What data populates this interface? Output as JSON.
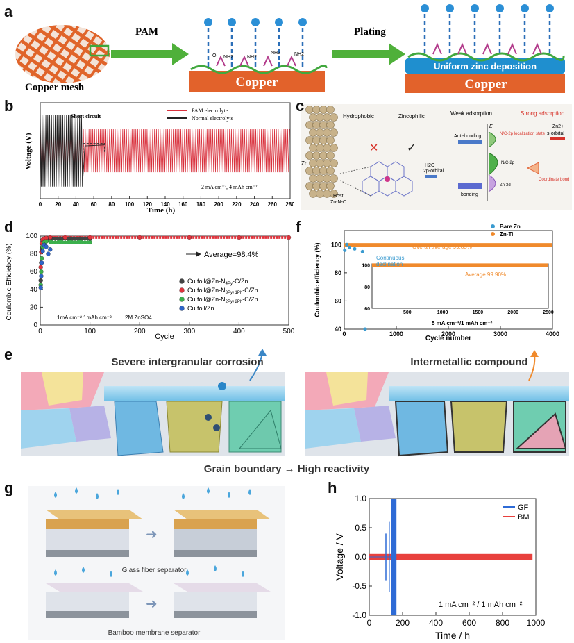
{
  "panels": {
    "a": {
      "label": "a",
      "copper_mesh": "Copper mesh",
      "step1": "PAM",
      "step2": "Plating",
      "copper": "Copper",
      "deposition": "Uniform zinc deposition",
      "nh2": "NH2",
      "o": "O"
    },
    "b": {
      "label": "b",
      "legend": [
        "PAM electrolyte",
        "Normal electrolyte"
      ],
      "annotation": "Short circuit",
      "condition": "2 mA cm⁻², 4 mAh cm⁻²",
      "ylabel": "Voltage (V)",
      "xlabel": "Time (h)"
    },
    "c": {
      "label": "c",
      "hydrophobic": "Hydrophobic",
      "zincophilic": "Zincophilic",
      "zn": "Zn",
      "host": "Host",
      "host_sub": "Zn-N",
      "host_tail": "-C",
      "h2o": "H2O",
      "h2o_orbital": "2p-orbital",
      "weak": "Weak adsorption",
      "strong": "Strong adsorption",
      "antibonding": "Anti-bonding",
      "bonding": "bonding",
      "localization": "N/C-2p localization state",
      "nc2p": "N/C-2p",
      "zn3d": "Zn-3d",
      "zn2plus": "Zn2+",
      "s_orbital": "s-orbital",
      "coordinate": "Coordinate bond",
      "E": "E"
    },
    "d": {
      "label": "d",
      "ylabel": "Coulombic Efficiebcy (%)",
      "xlabel": "Cycle",
      "annotation": "Average=98.4%",
      "cond1": "1mA cm⁻² 1mAh cm⁻²",
      "cond2": "2M ZnSO4",
      "legend": [
        {
          "pre": "Cu foil@Zn-N",
          "sub": "4Py",
          "post": "-C/Zn"
        },
        {
          "pre": "Cu foil@Zn-N",
          "sub": "3Py+1Ph",
          "post": "-C/Zn"
        },
        {
          "pre": "Cu foil@Zn-N",
          "sub": "2Py+2Ph",
          "post": "-C/Zn"
        },
        {
          "pre": "Cu foil/Zn",
          "sub": "",
          "post": ""
        }
      ]
    },
    "f": {
      "label": "f",
      "ylabel": "Coulombic efficiency (%)",
      "xlabel": "Cycle number",
      "legend": [
        "Bare Zn",
        "Zn-Ti"
      ],
      "overall": "Overall average 99.85%",
      "continuous": "Continuous",
      "declination": "declination",
      "inset_avg": "Average 99.90%",
      "condition": "5 mA cm⁻²/1 mAh cm⁻²"
    },
    "e": {
      "label": "e",
      "left_title": "Severe intergranular corrosion",
      "right_title": "Intermetallic compound",
      "bottom": "Grain boundary → High reactivity"
    },
    "g": {
      "label": "g",
      "glass": "Glass fiber separator",
      "bamboo": "Bamboo membrane separator"
    },
    "h": {
      "label": "h",
      "ylabel": "Voltage / V",
      "xlabel": "Time / h",
      "legend": [
        "GF",
        "BM"
      ],
      "condition": "1 mA cm⁻² / 1 mAh cm⁻²"
    }
  },
  "chart_data": [
    {
      "id": "b",
      "type": "line",
      "xlabel": "Time (h)",
      "ylabel": "Voltage (V)",
      "xlim": [
        0,
        280
      ],
      "xticks": [
        0,
        20,
        40,
        60,
        80,
        100,
        120,
        140,
        160,
        180,
        200,
        220,
        240,
        260,
        280
      ],
      "ylim": [
        -0.1,
        0.1
      ],
      "series": [
        {
          "name": "PAM electrolyte",
          "color": "#d9313d",
          "period_h": 2.1,
          "amplitude_v": 0.045,
          "x_range": [
            0,
            280
          ]
        },
        {
          "name": "Normal electrolyte",
          "color": "#222222",
          "period_h": 2.1,
          "amplitude_v": 0.075,
          "x_range": [
            0,
            50
          ],
          "short_circuit_after_h": 48
        }
      ]
    },
    {
      "id": "d",
      "type": "scatter",
      "xlabel": "Cycle",
      "ylabel": "Coulombic Efficiebcy (%)",
      "xlim": [
        0,
        500
      ],
      "xticks": [
        0,
        100,
        200,
        300,
        400,
        500
      ],
      "ylim": [
        0,
        100
      ],
      "yticks": [
        0,
        20,
        40,
        60,
        80,
        100
      ],
      "series": [
        {
          "name": "Cu foil@Zn-N4Py-C/Zn",
          "color": "#444444",
          "x": [
            1,
            2,
            3,
            5,
            8,
            12,
            20,
            40,
            60,
            80,
            100
          ],
          "y": [
            50,
            70,
            85,
            93,
            96,
            97,
            97,
            97,
            97,
            97,
            97
          ]
        },
        {
          "name": "Cu foil@Zn-N3Py+1Ph-C/Zn",
          "color": "#e0333c",
          "x": [
            1,
            2,
            3,
            5,
            8,
            12,
            20,
            50,
            100,
            200,
            300,
            400,
            500
          ],
          "y": [
            65,
            82,
            92,
            96,
            97,
            98,
            98.5,
            98.5,
            98.5,
            98.5,
            98.5,
            98.4,
            98.4
          ]
        },
        {
          "name": "Cu foil@Zn-N2Py+2Ph-C/Zn",
          "color": "#3bb04c",
          "x": [
            1,
            2,
            3,
            5,
            8,
            12,
            20,
            40,
            60,
            80,
            100
          ],
          "y": [
            45,
            60,
            75,
            88,
            93,
            94,
            94,
            94,
            94,
            94,
            93
          ]
        },
        {
          "name": "Cu foil/Zn",
          "color": "#2d64c8",
          "x": [
            1,
            2,
            3,
            5,
            8,
            12,
            16,
            20
          ],
          "y": [
            42,
            55,
            70,
            83,
            90,
            88,
            80,
            85
          ]
        }
      ],
      "annotation": "Average=98.4%"
    },
    {
      "id": "f",
      "type": "scatter",
      "xlabel": "Cycle number",
      "ylabel": "Coulombic efficiency (%)",
      "xlim": [
        0,
        4000
      ],
      "xticks": [
        0,
        1000,
        2000,
        3000,
        4000
      ],
      "ylim": [
        40,
        110
      ],
      "yticks": [
        40,
        60,
        80,
        100
      ],
      "series": [
        {
          "name": "Bare Zn",
          "color": "#3a9bd0",
          "x": [
            10,
            50,
            100,
            200,
            350,
            400
          ],
          "y": [
            96,
            100,
            98,
            97,
            95,
            40
          ]
        },
        {
          "name": "Zn-Ti",
          "color": "#f08a2c",
          "x_range": [
            0,
            4000
          ],
          "y_mean": 99.85
        }
      ],
      "inset": {
        "xlim": [
          0,
          2500
        ],
        "xticks": [
          500,
          1000,
          1500,
          2000,
          2500
        ],
        "yticks": [
          60,
          80,
          100
        ],
        "ylim": [
          60,
          101
        ],
        "y_mean": 99.9
      }
    },
    {
      "id": "h",
      "type": "line",
      "xlabel": "Time / h",
      "ylabel": "Voltage / V",
      "xlim": [
        0,
        1000
      ],
      "xticks": [
        0,
        200,
        400,
        600,
        800,
        1000
      ],
      "ylim": [
        -1.0,
        1.0
      ],
      "yticks": [
        -1.0,
        -0.5,
        0.0,
        0.5,
        1.0
      ],
      "series": [
        {
          "name": "GF",
          "color": "#2e6bd6",
          "x_range": [
            0,
            160
          ],
          "failure_spikes_h": [
            100,
            120,
            140,
            155
          ]
        },
        {
          "name": "BM",
          "color": "#e8403d",
          "x_range": [
            0,
            980
          ],
          "amplitude_v": 0.05
        }
      ]
    }
  ]
}
